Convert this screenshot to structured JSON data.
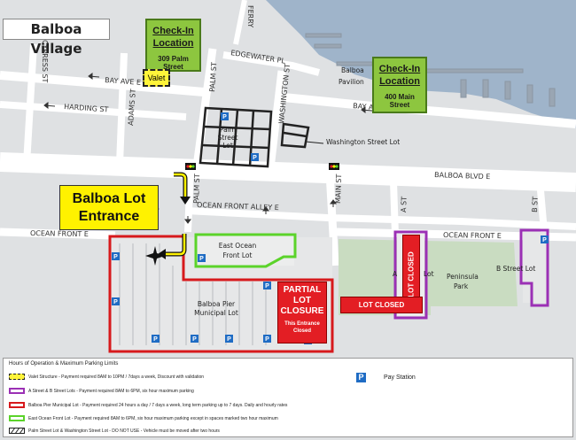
{
  "title": "Balboa Village",
  "checkins": [
    {
      "heading": "Check-In Location",
      "address": "309 Palm Street"
    },
    {
      "heading": "Check-In Location",
      "address": "400 Main Street"
    }
  ],
  "valet_label": "Valet",
  "entrance_label": "Balboa Lot Entrance",
  "partial_closure": {
    "heading": "PARTIAL LOT CLOSURE",
    "sub": "This Entrance Closed"
  },
  "lot_closed_label": "LOT CLOSED",
  "streets": {
    "cypress": "CYPRESS ST",
    "edgewater": "EDGEWATER PL",
    "bay_ave_w": "BAY AVE E",
    "bay_ave_e": "BAY AVE E",
    "harding": "HARDING ST",
    "adams": "ADAMS ST",
    "palm": "PALM ST",
    "palm_lower": "PALM ST",
    "washington": "WASHINGTON ST",
    "balboa_blvd": "BALBOA BLVD E",
    "ocean_front_alley": "OCEAN FRONT ALLEY E",
    "ocean_front_w": "OCEAN FRONT E",
    "ocean_front_e": "OCEAN FRONT E",
    "main": "MAIN ST",
    "a_st": "A ST",
    "b_st": "B ST",
    "ferry": "FERRY"
  },
  "places": {
    "balboa_pavilion": "Balboa Pavilion",
    "palm_street_lot": "Palm Street Lot",
    "washington_street_lot": "Washington Street Lot",
    "east_ocean_front_lot": "East Ocean Front Lot",
    "balboa_pier_lot": "Balboa Pier Municipal Lot",
    "a_label": "A",
    "lot_label": "Lot",
    "peninsula_park": "Peninsula Park",
    "b_street_lot": "B Street Lot"
  },
  "pay_symbol": "P",
  "legend": {
    "title": "Hours of Operation & Maximum Parking Limits",
    "pay_station": "Pay Station",
    "items": [
      {
        "text": "Valet Structure - Payment required 8AM to 10PM / 7days a week, Discount with validation",
        "style": "dashed",
        "color": "#fff43a",
        "border": "#222"
      },
      {
        "text": "A Street & B Street Lots - Payment required 8AM to 6PM, six hour maximum parking",
        "style": "solid",
        "color": "#ffffff",
        "border": "#9b30b5"
      },
      {
        "text": "Balboa Pier Municipal Lot - Payment required 24 hours a day / 7 days a week, long term parking up to 7 days. Daily and hourly rates",
        "style": "solid",
        "color": "#ffffff",
        "border": "#d7191c"
      },
      {
        "text": "East Ocean Front Lot - Payment required 8AM to 6PM, six hour maximum parking except in spaces marked two hour maximum",
        "style": "solid",
        "color": "#ffffff",
        "border": "#5bd32a"
      },
      {
        "text": "Palm Street Lot & Washington Street Lot - DO NOT USE - Vehicle must be moved after two hours",
        "style": "hatch",
        "color": "#ffffff",
        "border": "#222"
      }
    ]
  },
  "colors": {
    "water": "#9fb4ca",
    "park": "#c9dcc1",
    "road": "#ffffff",
    "block": "#d2d4d6",
    "pier_lot": "#d7191c",
    "ab_lot": "#9b30b5",
    "east_ocean_lot": "#5bd32a",
    "pay": "#1f6cc4",
    "checkin": "#8dc63f",
    "closed": "#e31e24"
  }
}
